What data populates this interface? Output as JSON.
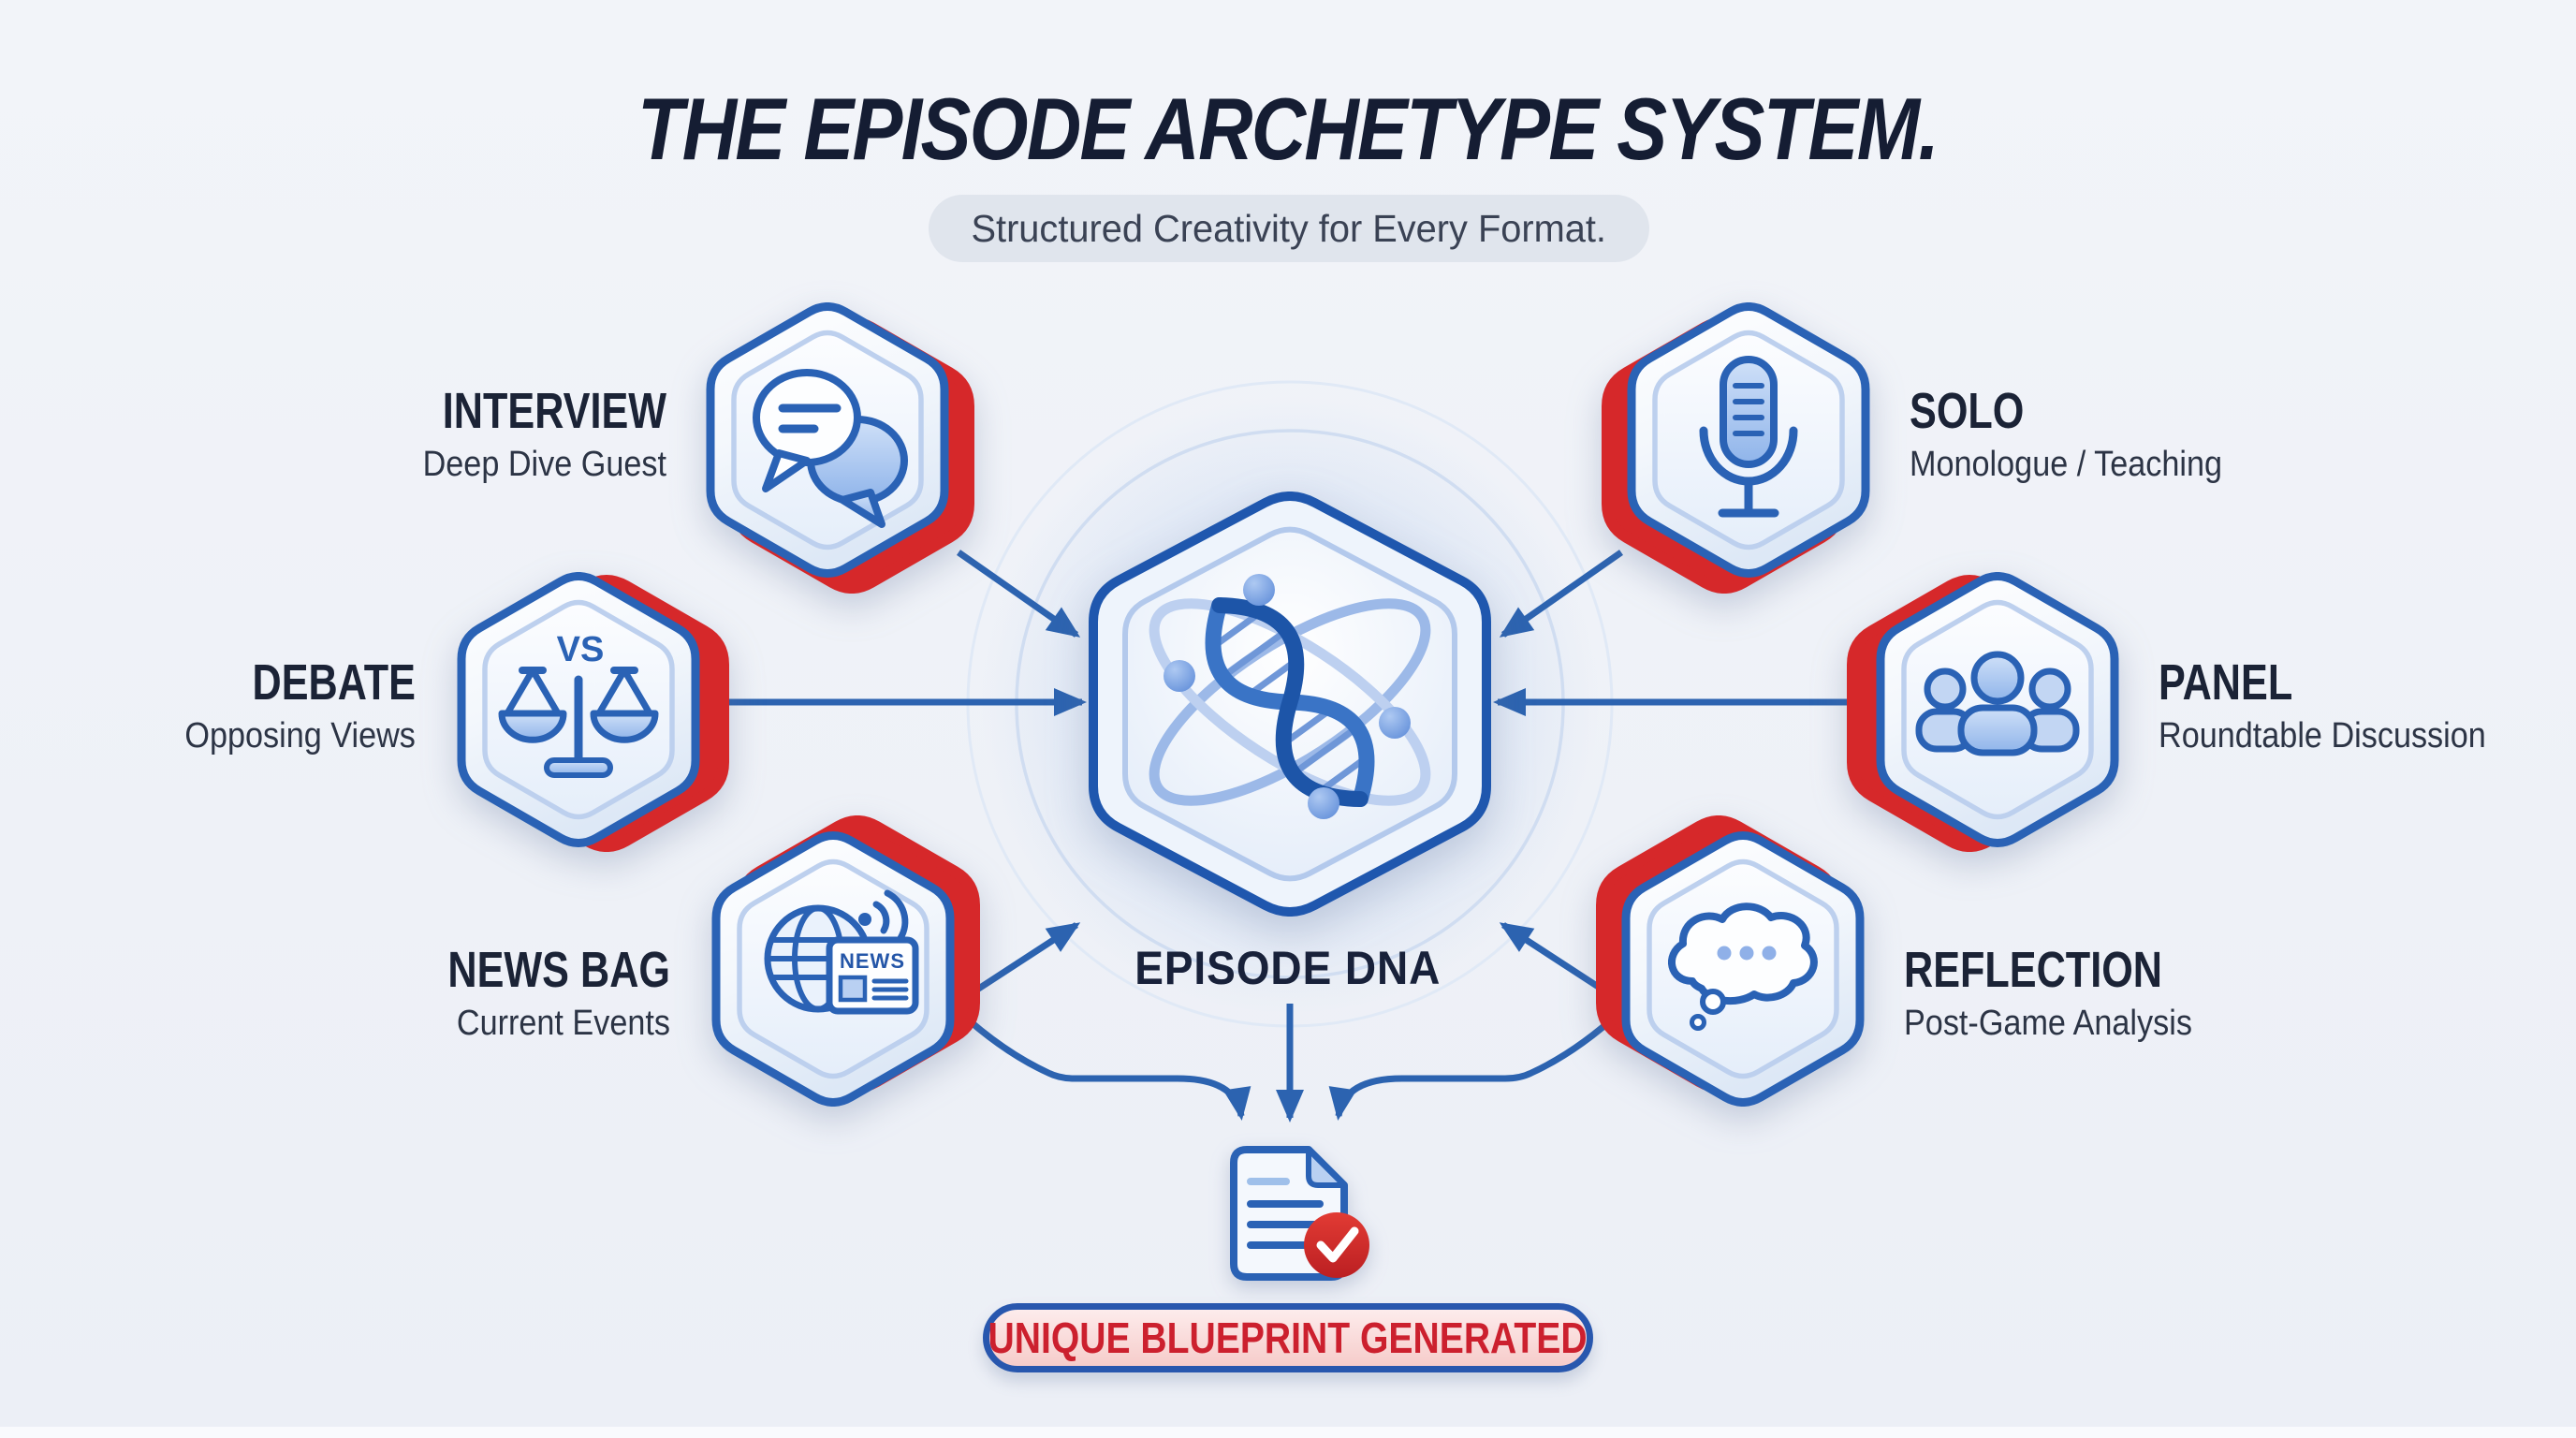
{
  "title": "THE EPISODE ARCHETYPE SYSTEM.",
  "subtitle": "Structured Creativity for Every Format.",
  "center": {
    "label": "EPISODE DNA",
    "icon": "atom-dna"
  },
  "archetypes": [
    {
      "name": "INTERVIEW",
      "description": "Deep Dive Guest",
      "icon": "chat-bubbles",
      "side": "left"
    },
    {
      "name": "SOLO",
      "description": "Monologue / Teaching",
      "icon": "microphone",
      "side": "right"
    },
    {
      "name": "DEBATE",
      "description": "Opposing Views",
      "icon": "balance-scale-vs",
      "side": "left"
    },
    {
      "name": "PANEL",
      "description": "Roundtable Discussion",
      "icon": "people-group",
      "side": "right"
    },
    {
      "name": "NEWS BAG",
      "description": "Current Events",
      "icon": "globe-news",
      "side": "left"
    },
    {
      "name": "REFLECTION",
      "description": "Post-Game Analysis",
      "icon": "thought-bubble",
      "side": "right"
    }
  ],
  "icon_texts": {
    "debate_vs": "VS",
    "news_masthead": "NEWS"
  },
  "output": {
    "badge": "UNIQUE BLUEPRINT GENERATED",
    "icon": "document-check"
  },
  "colors": {
    "background": "#eef1f7",
    "hex_border_blue": "#2a62b5",
    "accent_red": "#d6282a",
    "arrow_blue": "#2c63b0",
    "navy_text": "#1b2336",
    "pill_text_red": "#cc202e",
    "pill_border_blue": "#2857ae",
    "icon_fill_blue": "#a9c6f0"
  }
}
